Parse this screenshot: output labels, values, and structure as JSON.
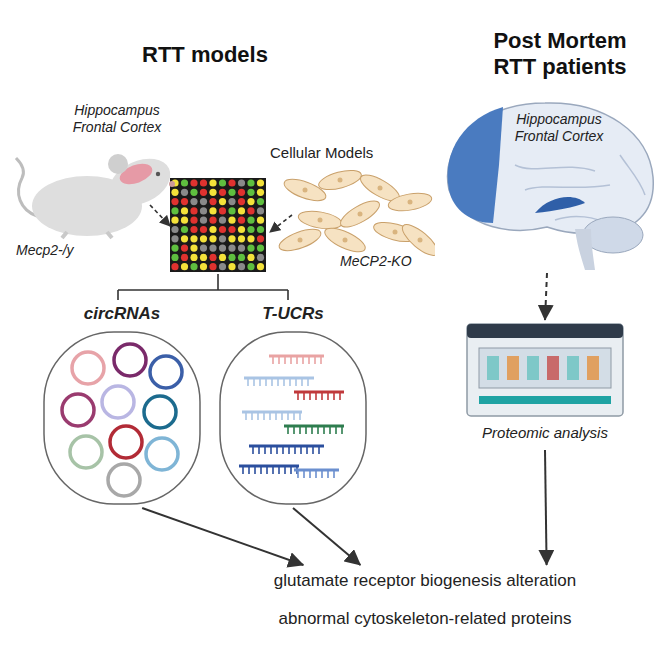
{
  "diagram": {
    "nodes": [
      {
        "text": [
          "Hippocampus Frontal Cortex",
          "Mecp2-/y"
        ]
      },
      {
        "text": [
          "Cellular Models",
          "MeCP2-KO"
        ]
      },
      {
        "text": [
          "circRNAs"
        ]
      },
      {
        "text": [
          "T-UCRs"
        ]
      },
      {
        "text": [
          "Hippocampus Frontal Cortex"
        ]
      },
      {
        "text": [
          "Proteomic analysis"
        ]
      },
      {
        "text": [
          "glutamate receptor biogenesis alteration",
          "abnormal cytoskeleton-related proteins"
        ]
      }
    ],
    "edges": [
      {
        "from": 2,
        "to": 6,
        "arrow": "to"
      },
      {
        "from": 3,
        "to": 6,
        "arrow": "to"
      },
      {
        "from": 4,
        "to": 5,
        "arrow": "to"
      },
      {
        "from": 5,
        "to": 6,
        "arrow": "to"
      }
    ],
    "labels": [
      "RTT models",
      "Post Mortem RTT patients"
    ]
  }
}
